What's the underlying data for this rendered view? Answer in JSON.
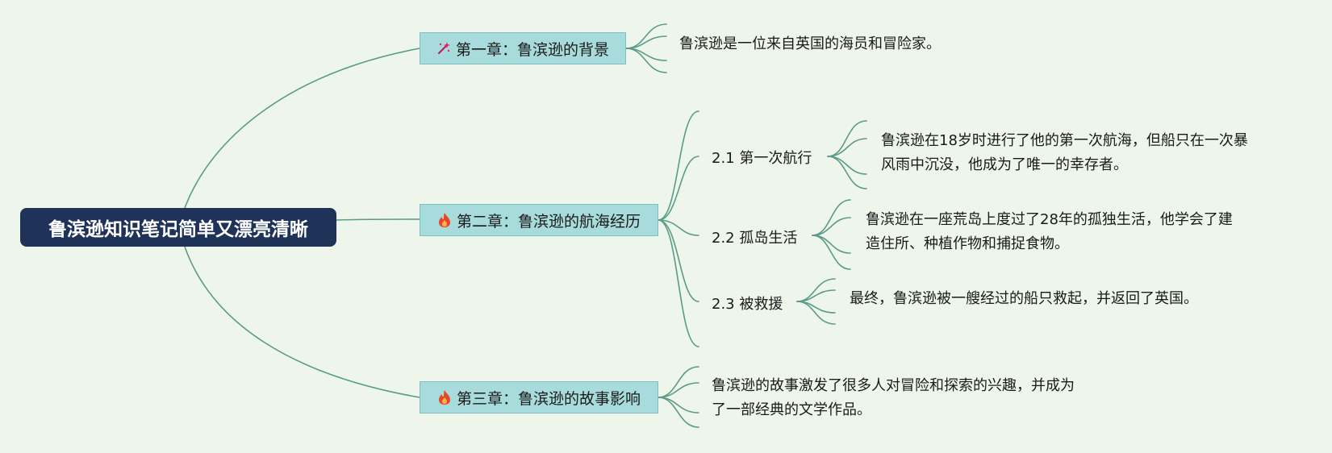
{
  "root": {
    "title": "鲁滨逊知识笔记简单又漂亮清晰"
  },
  "chapters": [
    {
      "icon": "magic-wand-icon",
      "title": "第一章：鲁滨逊的背景",
      "note": "鲁滨逊是一位来自英国的海员和冒险家。"
    },
    {
      "icon": "fire-icon",
      "title": "第二章：鲁滨逊的航海经历",
      "sections": [
        {
          "title": "2.1 第一次航行",
          "note_lines": [
            "鲁滨逊在18岁时进行了他的第一次航海，但船只在一次暴",
            "风雨中沉没，他成为了唯一的幸存者。"
          ]
        },
        {
          "title": "2.2 孤岛生活",
          "note_lines": [
            "鲁滨逊在一座荒岛上度过了28年的孤独生活，他学会了建",
            "造住所、种植作物和捕捉食物。"
          ]
        },
        {
          "title": "2.3 被救援",
          "note_lines": [
            "最终，鲁滨逊被一艘经过的船只救起，并返回了英国。"
          ]
        }
      ]
    },
    {
      "icon": "fire-icon",
      "title": "第三章：鲁滨逊的故事影响",
      "note_lines": [
        "鲁滨逊的故事激发了很多人对冒险和探索的兴趣，并成为",
        "了一部经典的文学作品。"
      ]
    }
  ],
  "colors": {
    "background": "#eef6ec",
    "root": "#1f3358",
    "chapter": "#a8dbdb",
    "edge": "#5a9a88"
  }
}
